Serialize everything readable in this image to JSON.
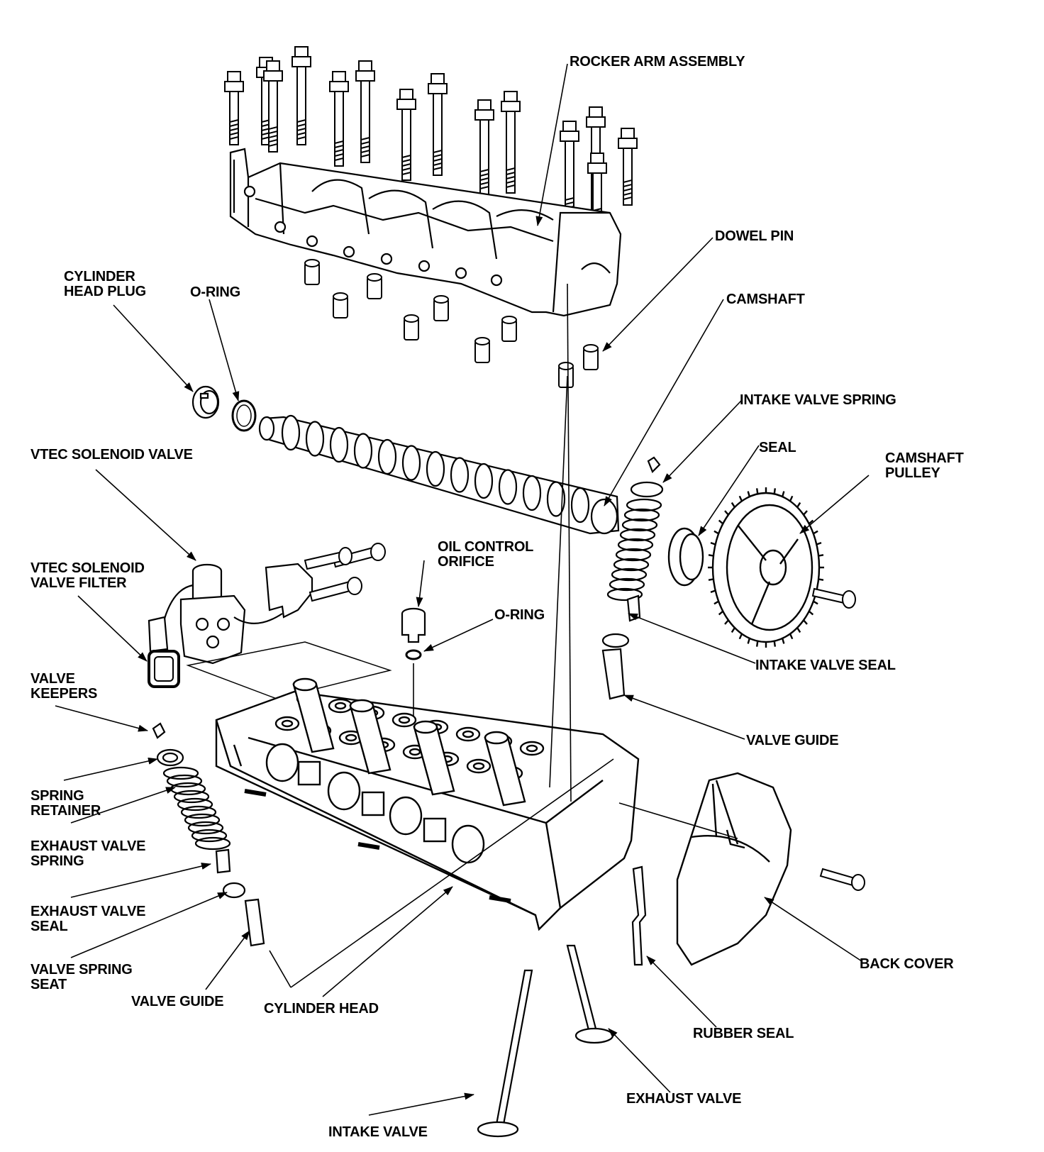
{
  "labels": {
    "rocker_arm_assembly": "ROCKER ARM ASSEMBLY",
    "dowel_pin": "DOWEL PIN",
    "cylinder_head_plug": "CYLINDER\nHEAD PLUG",
    "o_ring_top": "O-RING",
    "camshaft": "CAMSHAFT",
    "intake_valve_spring": "INTAKE VALVE SPRING",
    "seal": "SEAL",
    "camshaft_pulley": "CAMSHAFT\nPULLEY",
    "vtec_solenoid_valve": "VTEC SOLENOID VALVE",
    "oil_control_orifice": "OIL CONTROL\nORIFICE",
    "vtec_solenoid_valve_filter": "VTEC SOLENOID\nVALVE FILTER",
    "o_ring_mid": "O-RING",
    "intake_valve_seal": "INTAKE VALVE SEAL",
    "valve_keepers": "VALVE\nKEEPERS",
    "valve_guide_right": "VALVE GUIDE",
    "spring_retainer": "SPRING\nRETAINER",
    "exhaust_valve_spring": "EXHAUST VALVE\nSPRING",
    "exhaust_valve_seal": "EXHAUST VALVE\nSEAL",
    "valve_spring_seat": "VALVE SPRING\nSEAT",
    "valve_guide_left": "VALVE GUIDE",
    "cylinder_head": "CYLINDER HEAD",
    "back_cover": "BACK COVER",
    "rubber_seal": "RUBBER SEAL",
    "exhaust_valve": "EXHAUST VALVE",
    "intake_valve": "INTAKE VALVE"
  },
  "colors": {
    "ink": "#000000",
    "paper": "#ffffff",
    "shade": "#d8d8d8"
  }
}
